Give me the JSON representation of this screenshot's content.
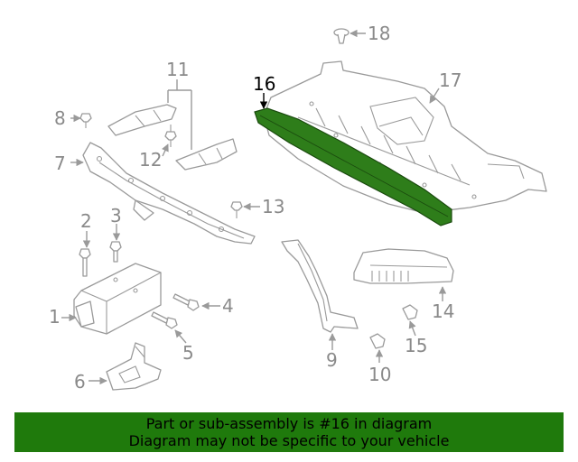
{
  "diagram": {
    "highlight_color": "#2e7d1a",
    "callouts": {
      "c1": "1",
      "c2": "2",
      "c3": "3",
      "c4": "4",
      "c5": "5",
      "c6": "6",
      "c7": "7",
      "c8": "8",
      "c9": "9",
      "c10": "10",
      "c11": "11",
      "c12": "12",
      "c13": "13",
      "c14": "14",
      "c15": "15",
      "c16": "16",
      "c17": "17",
      "c18": "18"
    }
  },
  "banner": {
    "line1": "Part or sub-assembly is #16 in diagram",
    "line2": "Diagram may not be specific to your vehicle",
    "background": "#1f7a0c"
  }
}
